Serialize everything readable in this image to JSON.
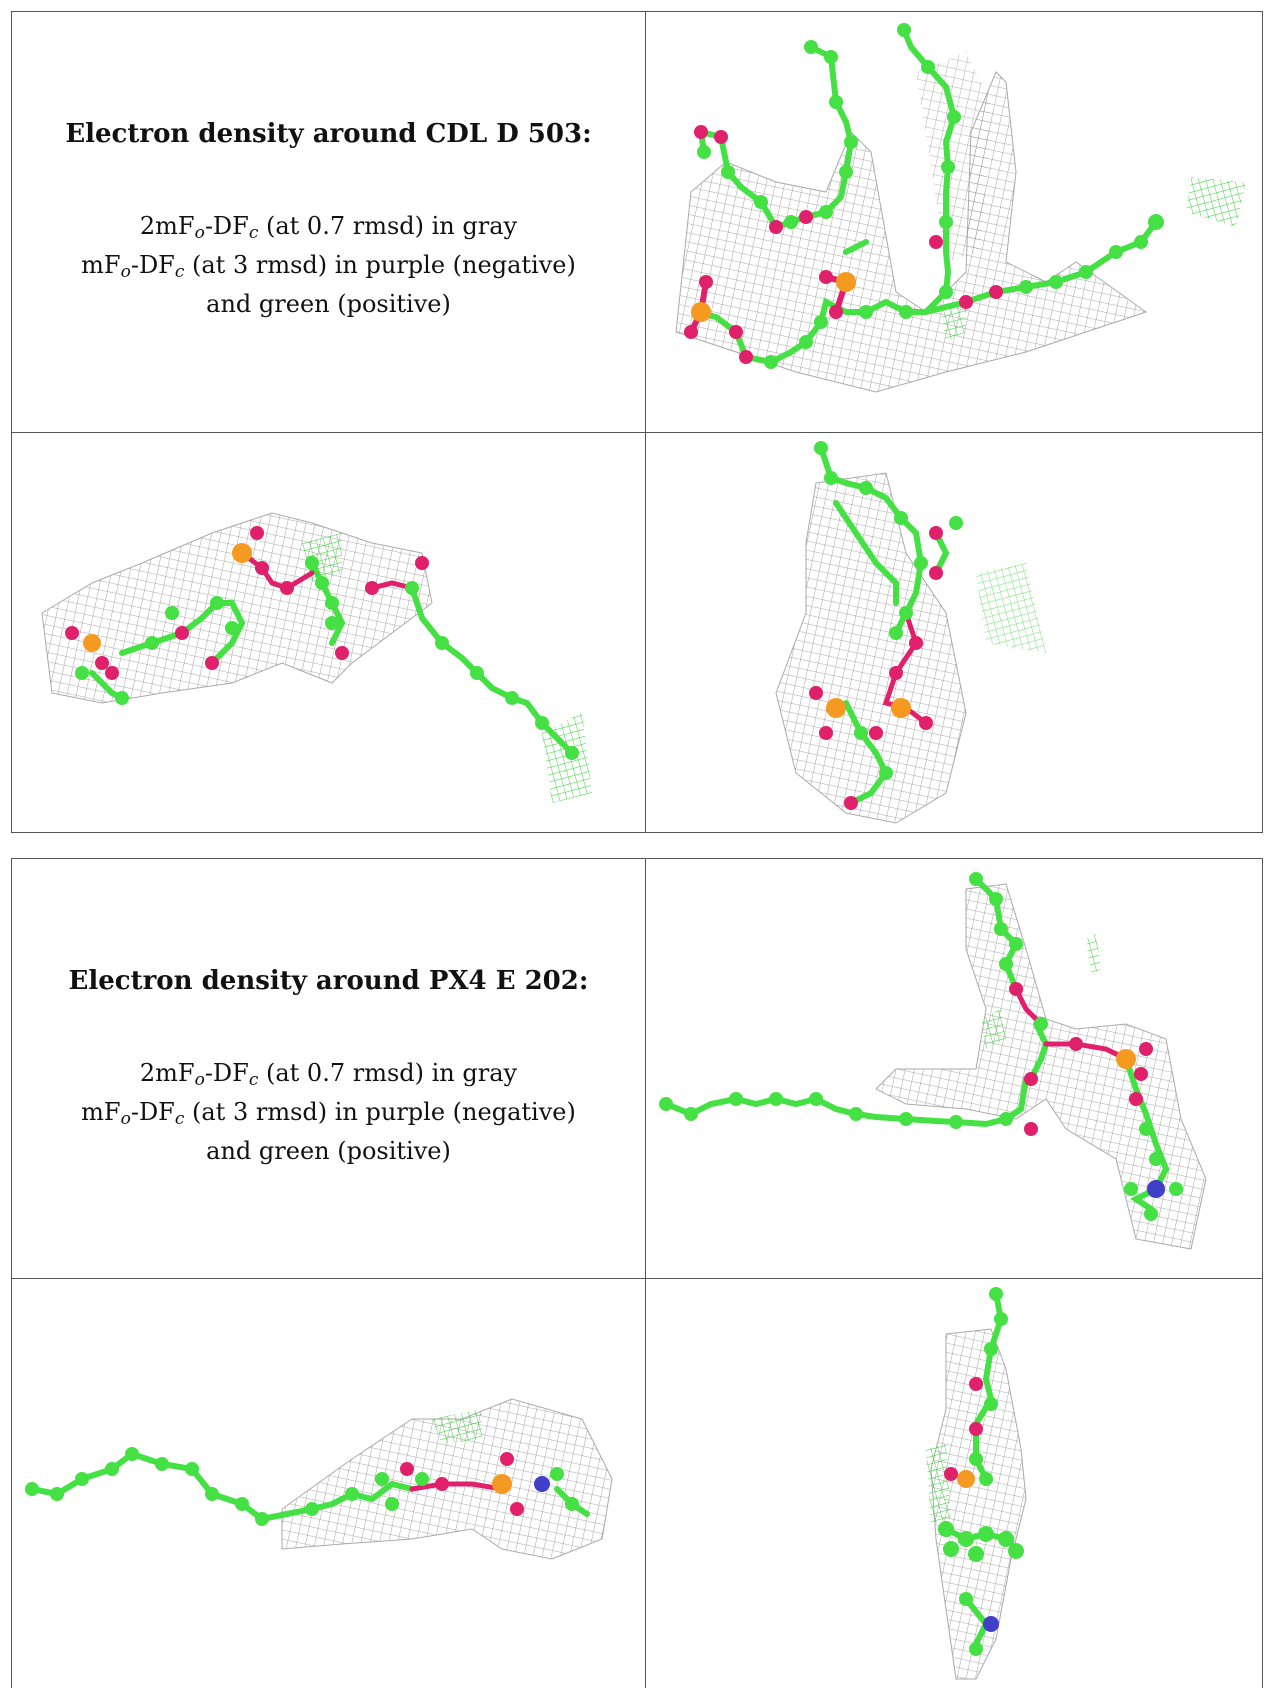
{
  "panels": [
    {
      "heading": "Electron density around CDL D 503:",
      "prefix1": "2mF",
      "sub_o": "o",
      "mid1": "-DF",
      "sub_c": "c",
      "suffix1": " (at 0.7 rmsd) in gray",
      "prefix2": "mF",
      "mid2": "-DF",
      "suffix2": " (at 3 rmsd) in purple (negative)",
      "line3": "and green (positive)"
    },
    {
      "heading": "Electron density around PX4 E 202:",
      "prefix1": "2mF",
      "sub_o": "o",
      "mid1": "-DF",
      "sub_c": "c",
      "suffix1": " (at 0.7 rmsd) in gray",
      "prefix2": "mF",
      "mid2": "-DF",
      "suffix2": " (at 3 rmsd) in purple (negative)",
      "line3": "and green (positive)"
    }
  ],
  "colors": {
    "carbon": "#44e044",
    "oxygen": "#e0206a",
    "phosphorus": "#f59a20",
    "nitrogen": "#3f3fc8",
    "density_mesh": "#9a9a9a",
    "positive_density": "#3ad43a"
  }
}
